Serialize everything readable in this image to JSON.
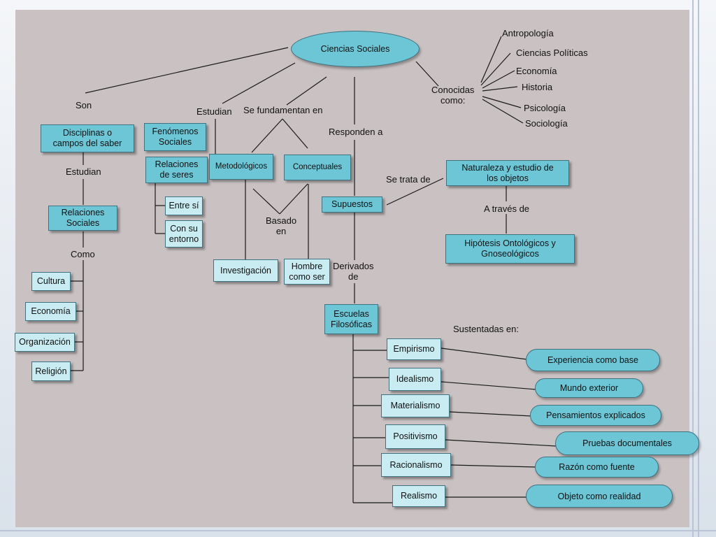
{
  "center": "Ciencias Sociales",
  "links_labels": {
    "son": "Son",
    "estudian_top": "Estudian",
    "se_fundamentan": "Se fundamentan en",
    "responden": "Responden a",
    "conocidas": "Conocidas\ncomo:",
    "estudian_left": "Estudian",
    "como": "Como",
    "basado": "Basado\nen",
    "derivados": "Derivados\nde",
    "se_trata": "Se trata de",
    "a_traves": "A través de",
    "sustentadas": "Sustentadas en:"
  },
  "ciencias": [
    "Antropología",
    "Ciencias Políticas",
    "Economía",
    "Historia",
    "Psicología",
    "Sociología"
  ],
  "left": {
    "disciplinas": "Disciplinas o\ncampos del saber",
    "relaciones": "Relaciones\nSociales",
    "items": [
      "Cultura",
      "Economía",
      "Organización",
      "Religión"
    ]
  },
  "middle": {
    "fenomenos": "Fenómenos\nSociales",
    "relaciones_seres": "Relaciones\nde seres",
    "entre_si": "Entre sí",
    "con_su": "Con su\nentorno",
    "metodologicos": "Metodológicos",
    "conceptuales": "Conceptuales",
    "investigacion": "Investigación",
    "hombre": "Hombre\ncomo ser"
  },
  "right": {
    "supuestos": "Supuestos",
    "naturaleza": "Naturaleza y estudio de\nlos objetos",
    "hipotesis": "Hipótesis Ontológicos y\nGnoseológicos",
    "escuelas": "Escuelas\nFilosóficas"
  },
  "schools": [
    {
      "name": "Empirismo",
      "basis": "Experiencia como base"
    },
    {
      "name": "Idealismo",
      "basis": "Mundo exterior"
    },
    {
      "name": "Materialismo",
      "basis": "Pensamientos explicados"
    },
    {
      "name": "Positivismo",
      "basis": "Pruebas documentales"
    },
    {
      "name": "Racionalismo",
      "basis": "Razón como fuente"
    },
    {
      "name": "Realismo",
      "basis": "Objeto como realidad"
    }
  ]
}
